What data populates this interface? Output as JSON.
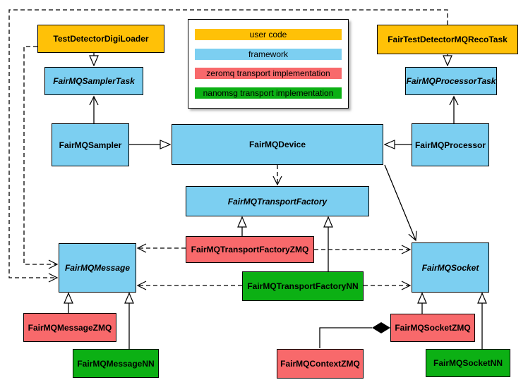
{
  "colors": {
    "user_code": "#FFC107",
    "framework": "#7CCFF1",
    "zeromq": "#F8696B",
    "nanomsg": "#0CB014",
    "line": "#000000",
    "background": "#FFFFFF"
  },
  "legend": {
    "items": [
      {
        "label": "user code",
        "category": "user_code"
      },
      {
        "label": "framework",
        "category": "framework"
      },
      {
        "label": "zeromq transport implementation",
        "category": "zeromq"
      },
      {
        "label": "nanomsg transport implementation",
        "category": "nanomsg"
      }
    ]
  },
  "nodes": [
    {
      "label": "TestDetectorDigiLoader",
      "category": "user_code",
      "abstract": false
    },
    {
      "label": "FairTestDetectorMQRecoTask",
      "category": "user_code",
      "abstract": false
    },
    {
      "label": "FairMQSamplerTask",
      "category": "framework",
      "abstract": true
    },
    {
      "label": "FairMQProcessorTask",
      "category": "framework",
      "abstract": true
    },
    {
      "label": "FairMQSampler",
      "category": "framework",
      "abstract": false
    },
    {
      "label": "FairMQDevice",
      "category": "framework",
      "abstract": false
    },
    {
      "label": "FairMQProcessor",
      "category": "framework",
      "abstract": false
    },
    {
      "label": "FairMQTransportFactory",
      "category": "framework",
      "abstract": true
    },
    {
      "label": "FairMQTransportFactoryZMQ",
      "category": "zeromq",
      "abstract": false
    },
    {
      "label": "FairMQTransportFactoryNN",
      "category": "nanomsg",
      "abstract": false
    },
    {
      "label": "FairMQMessage",
      "category": "framework",
      "abstract": true
    },
    {
      "label": "FairMQSocket",
      "category": "framework",
      "abstract": true
    },
    {
      "label": "FairMQMessageZMQ",
      "category": "zeromq",
      "abstract": false
    },
    {
      "label": "FairMQMessageNN",
      "category": "nanomsg",
      "abstract": false
    },
    {
      "label": "FairMQContextZMQ",
      "category": "zeromq",
      "abstract": false
    },
    {
      "label": "FairMQSocketZMQ",
      "category": "zeromq",
      "abstract": false
    },
    {
      "label": "FairMQSocketNN",
      "category": "nanomsg",
      "abstract": false
    }
  ],
  "connections": [
    {
      "from": "TestDetectorDigiLoader",
      "to": "FairMQSamplerTask",
      "type": "triangle-arrow",
      "line": "solid"
    },
    {
      "from": "FairMQSampler",
      "to": "FairMQSamplerTask",
      "type": "open-arrow",
      "line": "solid"
    },
    {
      "from": "FairTestDetectorMQRecoTask",
      "to": "FairMQProcessorTask",
      "type": "triangle-arrow",
      "line": "solid"
    },
    {
      "from": "FairMQProcessor",
      "to": "FairMQProcessorTask",
      "type": "open-arrow",
      "line": "solid"
    },
    {
      "from": "FairMQSampler",
      "to": "FairMQDevice",
      "type": "triangle-arrow",
      "line": "solid"
    },
    {
      "from": "FairMQProcessor",
      "to": "FairMQDevice",
      "type": "triangle-arrow",
      "line": "solid"
    },
    {
      "from": "FairMQDevice",
      "to": "FairMQTransportFactory",
      "type": "open-arrow",
      "line": "dashed"
    },
    {
      "from": "FairMQDevice",
      "to": "FairMQSocket",
      "type": "open-arrow",
      "line": "solid"
    },
    {
      "from": "FairMQTransportFactoryZMQ",
      "to": "FairMQTransportFactory",
      "type": "triangle-arrow",
      "line": "solid"
    },
    {
      "from": "FairMQTransportFactoryNN",
      "to": "FairMQTransportFactory",
      "type": "triangle-arrow",
      "line": "solid"
    },
    {
      "from": "FairMQTransportFactoryZMQ",
      "to": "FairMQMessage",
      "type": "open-arrow",
      "line": "dashed"
    },
    {
      "from": "FairMQTransportFactoryZMQ",
      "to": "FairMQSocket",
      "type": "open-arrow",
      "line": "dashed"
    },
    {
      "from": "FairMQTransportFactoryNN",
      "to": "FairMQMessage",
      "type": "open-arrow",
      "line": "dashed"
    },
    {
      "from": "FairMQTransportFactoryNN",
      "to": "FairMQSocket",
      "type": "open-arrow",
      "line": "dashed"
    },
    {
      "from": "TestDetectorDigiLoader",
      "to": "FairMQMessage",
      "type": "open-arrow",
      "line": "dashed"
    },
    {
      "from": "FairTestDetectorMQRecoTask",
      "to": "FairMQMessage",
      "type": "open-arrow",
      "line": "dashed"
    },
    {
      "from": "FairMQMessageZMQ",
      "to": "FairMQMessage",
      "type": "triangle-arrow",
      "line": "solid"
    },
    {
      "from": "FairMQMessageNN",
      "to": "FairMQMessage",
      "type": "triangle-arrow",
      "line": "solid"
    },
    {
      "from": "FairMQSocketZMQ",
      "to": "FairMQSocket",
      "type": "triangle-arrow",
      "line": "solid"
    },
    {
      "from": "FairMQSocketNN",
      "to": "FairMQSocket",
      "type": "triangle-arrow",
      "line": "solid"
    },
    {
      "from": "FairMQContextZMQ",
      "to": "FairMQSocketZMQ",
      "type": "filled-diamond",
      "line": "solid"
    }
  ]
}
